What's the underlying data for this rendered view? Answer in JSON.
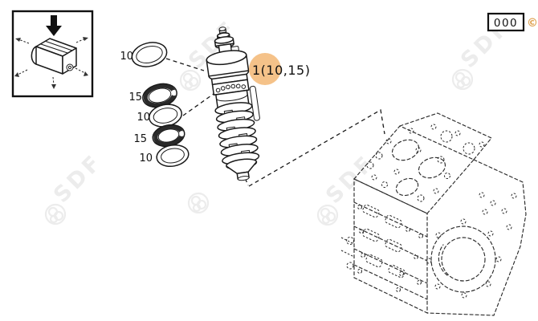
{
  "page": {
    "background": "#ffffff",
    "line_color": "#1a1a1a"
  },
  "page_code_box": {
    "value": "000"
  },
  "copyright": {
    "symbol": "©",
    "color": "#dfa14f"
  },
  "callout": {
    "label": "1(10,15)",
    "highlight_color": "#f5c289"
  },
  "rings": {
    "items": [
      {
        "qty": "10"
      },
      {
        "qty": "15"
      },
      {
        "qty": "10"
      },
      {
        "qty": "15"
      },
      {
        "qty": "10"
      }
    ]
  },
  "watermark": {
    "text": "SDF"
  }
}
